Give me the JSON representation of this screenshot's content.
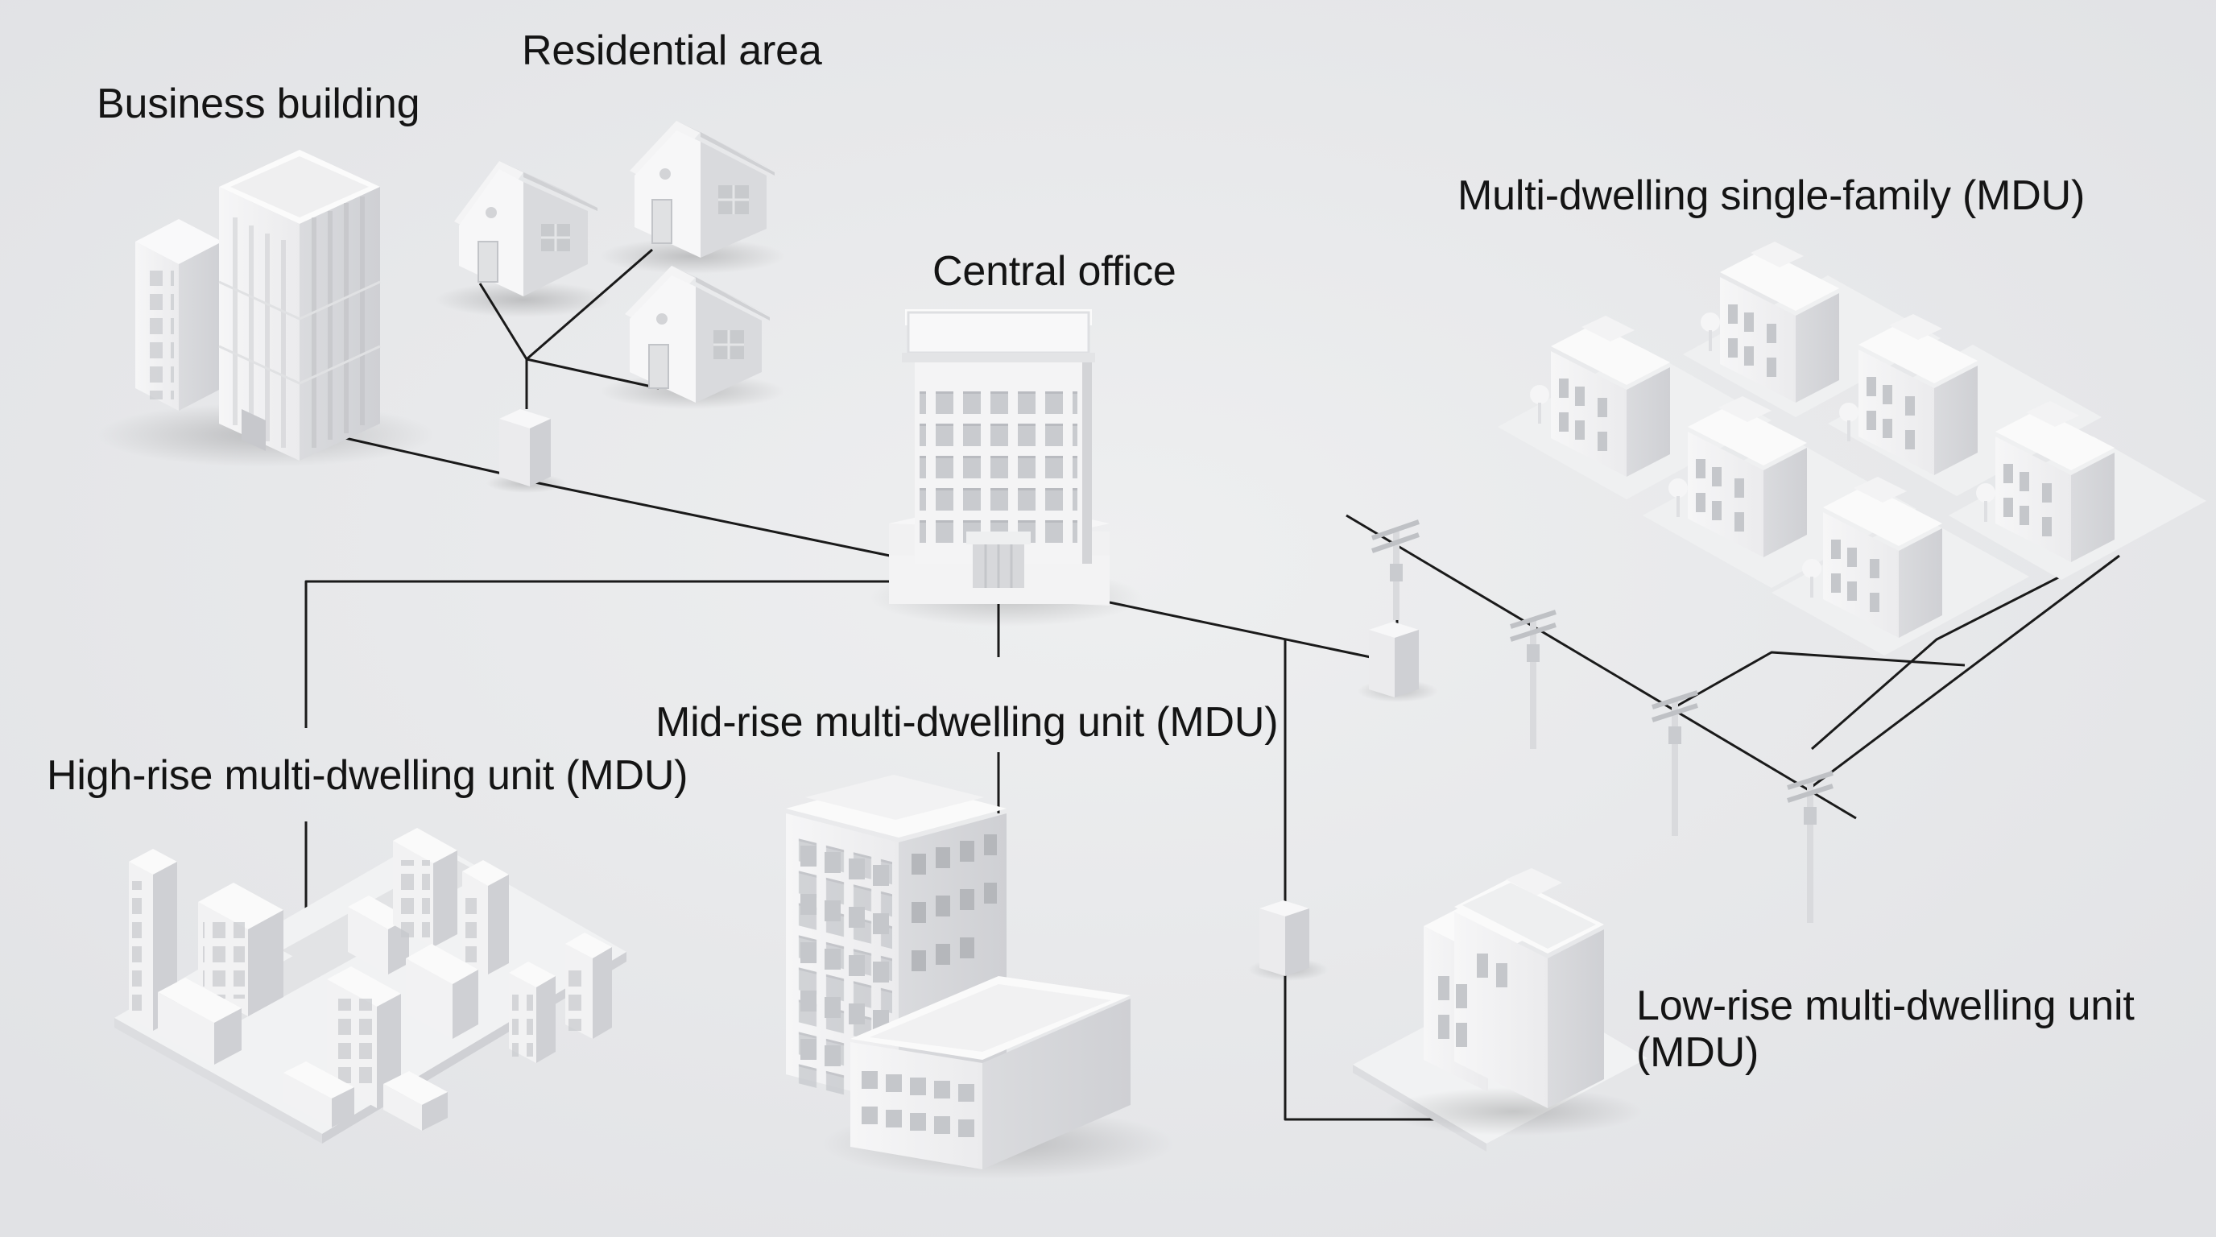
{
  "labels": {
    "business_building": "Business building",
    "residential_area": "Residential area",
    "central_office": "Central office",
    "multi_dwelling_single_family": "Multi-dwelling single-family (MDU)",
    "mid_rise_mdu": "Mid-rise multi-dwelling unit (MDU)",
    "high_rise_mdu": "High-rise multi-dwelling unit (MDU)",
    "low_rise_mdu_line1": "Low-rise multi-dwelling unit",
    "low_rise_mdu_line2": "(MDU)"
  },
  "colors": {
    "background": "#e9eaec",
    "building_top": "#fbfbfb",
    "building_left": "#f0f0f1",
    "building_right": "#d3d4d7",
    "window": "#c4c6ca",
    "line": "#1a1a1a",
    "text": "#141414"
  }
}
